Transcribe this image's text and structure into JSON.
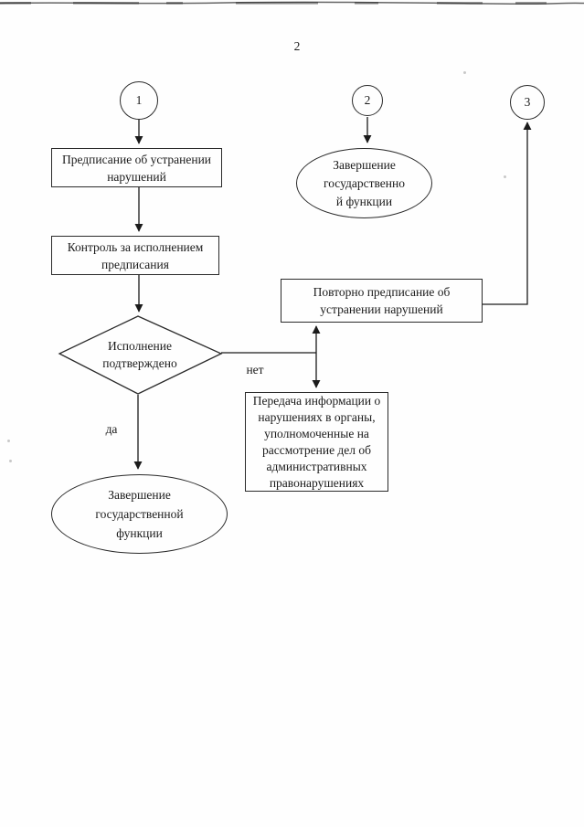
{
  "page": {
    "number": "2"
  },
  "colors": {
    "ink": "#1b1b1b",
    "paper": "#fefefe"
  },
  "branches": {
    "no": "нет",
    "yes": "да"
  },
  "nodes": {
    "connector1": {
      "label": "1"
    },
    "connector2": {
      "label": "2"
    },
    "connector3": {
      "label": "3"
    },
    "prescription": {
      "lines": [
        "Предписание об устранении",
        "нарушений"
      ]
    },
    "control": {
      "lines": [
        "Контроль за исполнением",
        "предписания"
      ]
    },
    "decision": {
      "lines": [
        "Исполнение",
        "подтверждено"
      ]
    },
    "repeat": {
      "lines": [
        "Повторно предписание об",
        "устранении нарушений"
      ]
    },
    "transfer": {
      "lines": [
        "Передача информации о",
        "нарушениях в органы,",
        "уполномоченные на",
        "рассмотрение дел об",
        "административных",
        "правонарушениях"
      ]
    },
    "finish_top": {
      "lines": [
        "Завершение",
        "государственно",
        "й функции"
      ]
    },
    "finish_bottom": {
      "lines": [
        "Завершение",
        "государственной",
        "функции"
      ]
    }
  }
}
